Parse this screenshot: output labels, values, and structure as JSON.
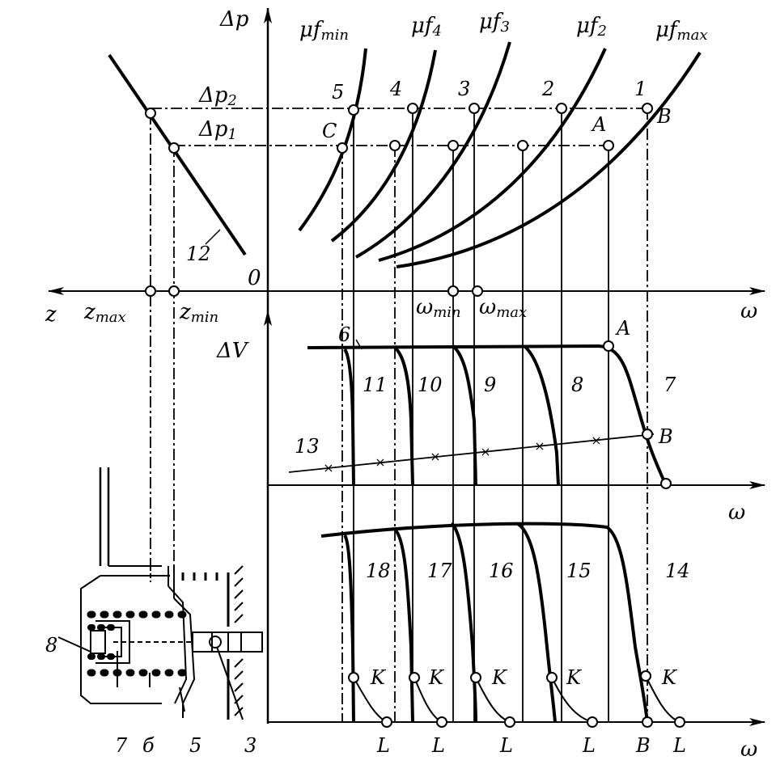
{
  "axes": {
    "dp": "Δp",
    "dv": "ΔV",
    "omega_top": "ω",
    "omega_mid": "ω",
    "omega_bottom": "ω",
    "z": "z",
    "origin": "0"
  },
  "curve_labels": {
    "mufmin": {
      "base": "μf",
      "sub": "min"
    },
    "muf4": {
      "base": "μf",
      "sub": "4"
    },
    "muf3": {
      "base": "μf",
      "sub": "3"
    },
    "muf2": {
      "base": "μf",
      "sub": "2"
    },
    "mufmax": {
      "base": "μf",
      "sub": "max"
    }
  },
  "dp_levels": {
    "dp2": {
      "base": "Δp",
      "sub": "2"
    },
    "dp1": {
      "base": "Δp",
      "sub": "1"
    }
  },
  "z_labels": {
    "zmax": {
      "base": "z",
      "sub": "max"
    },
    "zmin": {
      "base": "z",
      "sub": "min"
    }
  },
  "omega_labels": {
    "wmin": {
      "base": "ω",
      "sub": "min"
    },
    "wmax": {
      "base": "ω",
      "sub": "max"
    }
  },
  "point_numbers": [
    "5",
    "4",
    "3",
    "2",
    "1"
  ],
  "letters": {
    "C": "C",
    "A_top": "A",
    "B_top": "B",
    "A_mid": "A",
    "B_mid": "B",
    "B_bottom": "B"
  },
  "curve_numbers": {
    "n6": "6",
    "n7": "7",
    "n8": "8",
    "n9": "9",
    "n10": "10",
    "n11": "11",
    "n12": "12",
    "n13": "13",
    "n14": "14",
    "n15": "15",
    "n16": "16",
    "n17": "17",
    "n18": "18"
  },
  "k_labels": [
    "K",
    "K",
    "K",
    "K",
    "K"
  ],
  "l_labels": [
    "L",
    "L",
    "L",
    "L",
    "L"
  ],
  "device_labels": {
    "d8": "8",
    "d7": "7",
    "d6": "б",
    "d5": "5",
    "d3": "3"
  },
  "colors": {
    "ink": "#000000",
    "paper": "#ffffff"
  }
}
